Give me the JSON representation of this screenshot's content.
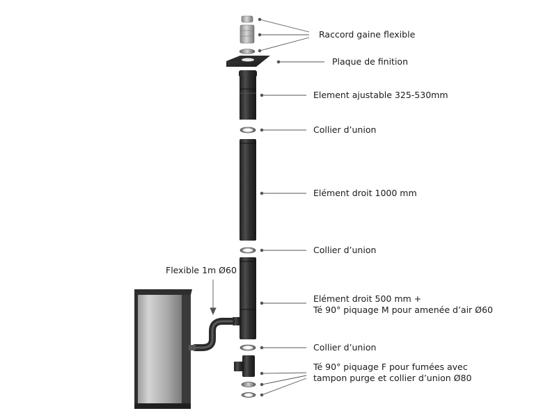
{
  "diagram": {
    "labels": {
      "raccord": "Raccord gaine flexible",
      "plaque": "Plaque de finition",
      "ajustable": "Element ajustable 325-530mm",
      "collier_1": "Collier d’union",
      "droit_1000": "Elément droit 1000 mm",
      "collier_2": "Collier d’union",
      "droit_500_line1": "Elément droit 500 mm +",
      "droit_500_line2": "Té 90° piquage M pour amenée d’air Ø60",
      "collier_3": "Collier d’union",
      "te_f_line1": "Té 90° piquage F pour fumées avec",
      "te_f_line2": "tampon purge et collier d’union Ø80",
      "flexible": "Flexible 1m Ø60"
    },
    "colors": {
      "pipe_dark": "#2b2b2b",
      "pipe_mid": "#4a4a4a",
      "stove_steel": "#b9b9b9",
      "stove_dark": "#3a3a3a",
      "leader": "#555555"
    }
  }
}
